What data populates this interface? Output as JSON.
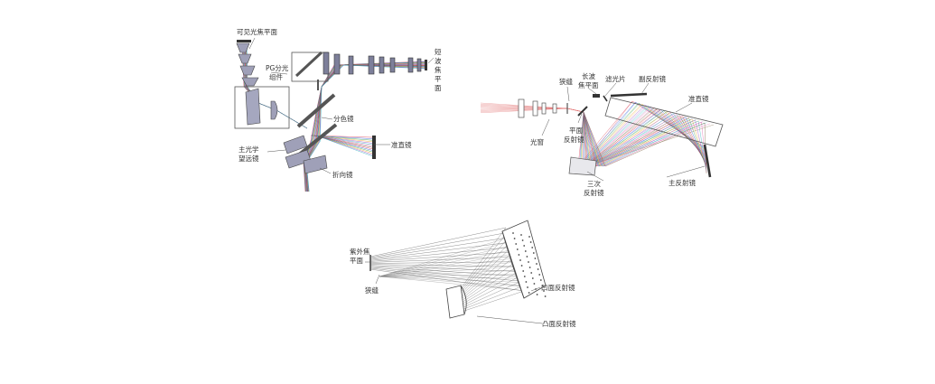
{
  "diagram1": {
    "labels": {
      "visible_fpa": "可见光焦平面",
      "pg_assembly_line1": "PG分光",
      "pg_assembly_line2": "组件",
      "swir_fpa_line1": "短",
      "swir_fpa_line2": "波",
      "swir_fpa_line3": "焦",
      "swir_fpa_line4": "平",
      "swir_fpa_line5": "面",
      "dichroic": "分色镜",
      "collimator": "准直镜",
      "telescope_line1": "主光学",
      "telescope_line2": "望远镜",
      "fold_mirror": "折向镜"
    }
  },
  "diagram2": {
    "labels": {
      "slit": "狭缝",
      "lwir_fpa_line1": "长波",
      "lwir_fpa_line2": "焦平面",
      "filter": "滤光片",
      "secondary_mirror": "副反射镜",
      "collimator": "准直镜",
      "window": "光窗",
      "flat_mirror_line1": "平面",
      "flat_mirror_line2": "反射镜",
      "tertiary_line1": "三次",
      "tertiary_line2": "反射镜",
      "primary_mirror": "主反射镜"
    }
  },
  "diagram3": {
    "labels": {
      "uv_fpa_line1": "紫外焦",
      "uv_fpa_line2": "平面",
      "slit": "狭缝",
      "concave_mirror": "凹面反射镜",
      "convex_mirror": "凸面反射镜"
    }
  },
  "colors": {
    "ray_palette": [
      "#d7263d",
      "#1b4fd8",
      "#2a9d3f",
      "#f29e1d",
      "#8e3fbf",
      "#19a7b8",
      "#d94fa0",
      "#6b4f2a"
    ],
    "ink": "#333333",
    "lens_fill": "#8a8aa0"
  }
}
